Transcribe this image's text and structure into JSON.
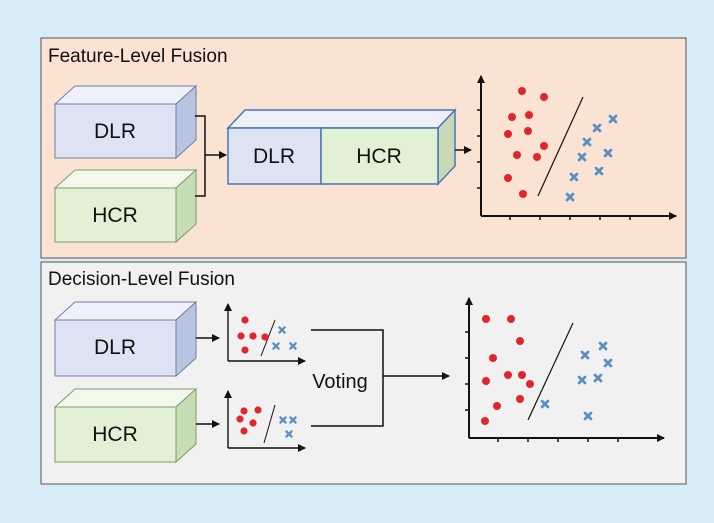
{
  "figure": {
    "colors": {
      "background": "#d8ecf8",
      "feature_panel": "#fbe3d3",
      "decision_panel": "#f1f1f1",
      "dlr_fill": "#dde3f3",
      "hcr_fill": "#e2f0d6",
      "point_red": "#e0262c",
      "point_blue": "#5a8fc4"
    },
    "icons": {
      "class_a_marker": "red-dot",
      "class_b_marker": "blue-x"
    }
  },
  "feature_level": {
    "title": "Feature-Level Fusion",
    "input_dlr": "DLR",
    "input_hcr": "HCR",
    "fused_dlr": "DLR",
    "fused_hcr": "HCR"
  },
  "decision_level": {
    "title": "Decision-Level Fusion",
    "input_dlr": "DLR",
    "input_hcr": "HCR",
    "voting_label": "Voting"
  }
}
